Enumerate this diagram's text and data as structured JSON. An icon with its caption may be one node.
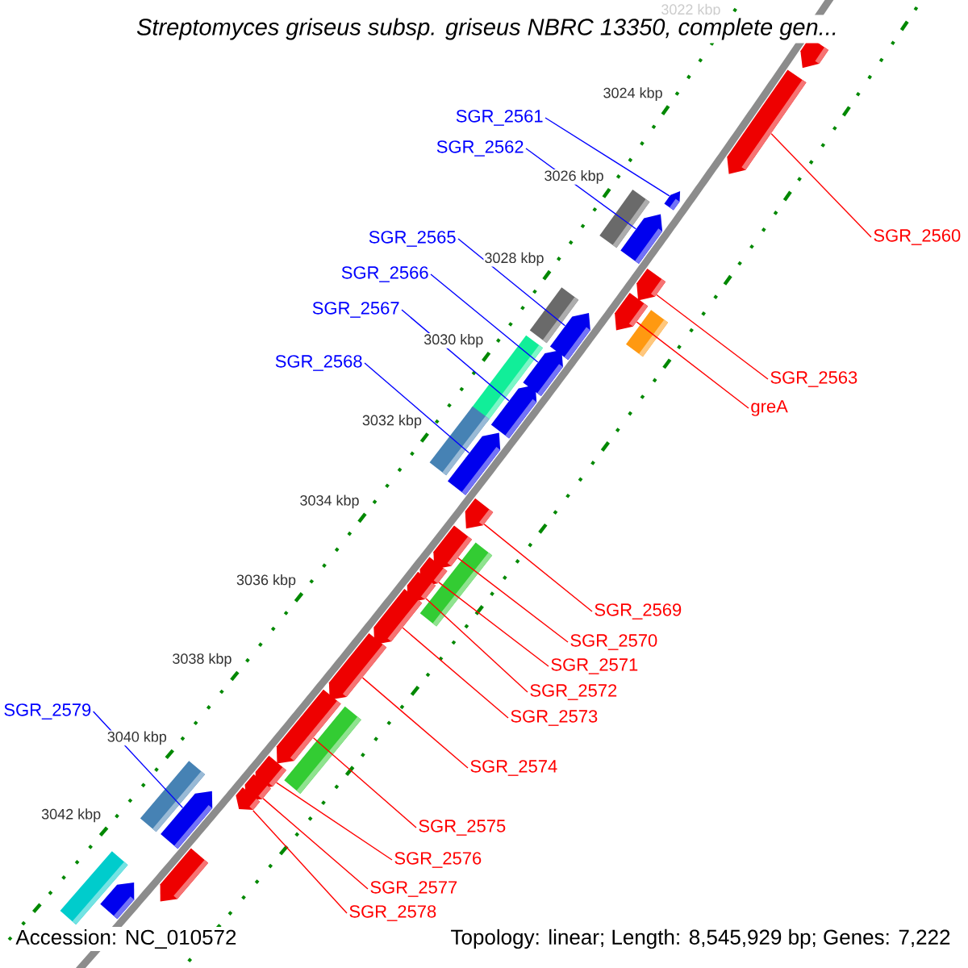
{
  "diagram": {
    "title": "Streptomyces griseus subsp. griseus NBRC 13350, complete gen...",
    "nodes": [
      {
        "text": [
          "SGR_2561"
        ]
      },
      {
        "text": [
          "SGR_2562"
        ]
      },
      {
        "text": [
          "SGR_2560"
        ]
      },
      {
        "text": [
          "SGR_2565"
        ]
      },
      {
        "text": [
          "SGR_2566"
        ]
      },
      {
        "text": [
          "SGR_2567"
        ]
      },
      {
        "text": [
          "SGR_2568"
        ]
      },
      {
        "text": [
          "SGR_2563"
        ]
      },
      {
        "text": [
          "greA"
        ]
      },
      {
        "text": [
          "SGR_2569"
        ]
      },
      {
        "text": [
          "SGR_2570"
        ]
      },
      {
        "text": [
          "SGR_2571"
        ]
      },
      {
        "text": [
          "SGR_2572"
        ]
      },
      {
        "text": [
          "SGR_2573"
        ]
      },
      {
        "text": [
          "SGR_2579"
        ]
      },
      {
        "text": [
          "SGR_2574"
        ]
      },
      {
        "text": [
          "SGR_2575"
        ]
      },
      {
        "text": [
          "SGR_2576"
        ]
      },
      {
        "text": [
          "SGR_2577"
        ]
      },
      {
        "text": [
          "SGR_2578"
        ]
      },
      {
        "text": [],
        "shape": "pentagon"
      },
      {
        "text": [],
        "shape": "pentagon"
      },
      {
        "text": [],
        "shape": "box"
      },
      {
        "text": [],
        "shape": "pentagon"
      },
      {
        "text": [],
        "shape": "pentagon"
      },
      {
        "text": [],
        "shape": "pentagon"
      },
      {
        "text": [],
        "shape": "box"
      },
      {
        "text": [],
        "shape": "pentagon"
      },
      {
        "text": [],
        "shape": "pentagon"
      },
      {
        "text": [],
        "shape": "box"
      },
      {
        "text": [],
        "shape": "box"
      },
      {
        "text": [],
        "shape": "pentagon"
      },
      {
        "text": [],
        "shape": "pentagon"
      },
      {
        "text": [],
        "shape": "box"
      },
      {
        "text": [],
        "shape": "pentagon"
      },
      {
        "text": [],
        "shape": "pentagon"
      },
      {
        "text": [],
        "shape": "box"
      },
      {
        "text": [],
        "shape": "pentagon"
      },
      {
        "text": [],
        "shape": "pentagon"
      },
      {
        "text": [],
        "shape": "pentagon"
      },
      {
        "text": [],
        "shape": "pentagon"
      },
      {
        "text": [],
        "shape": "pentagon"
      },
      {
        "text": [],
        "shape": "box"
      },
      {
        "text": [],
        "shape": "pentagon"
      },
      {
        "text": [],
        "shape": "box"
      },
      {
        "text": [],
        "shape": "pentagon"
      },
      {
        "text": [],
        "shape": "pentagon"
      },
      {
        "text": [],
        "shape": "pentagon"
      },
      {
        "text": [],
        "shape": "pentagon"
      },
      {
        "text": [],
        "shape": "box"
      },
      {
        "text": [],
        "shape": "pentagon"
      },
      {
        "text": [],
        "shape": "pentagon"
      }
    ],
    "edges": [
      {
        "from": 0,
        "to": 23,
        "arrow": "none",
        "color": "#0000ff"
      },
      {
        "from": 1,
        "to": 24,
        "arrow": "none",
        "color": "#0000ff"
      },
      {
        "from": 2,
        "to": 21,
        "arrow": "none"
      },
      {
        "from": 3,
        "to": 27,
        "arrow": "none",
        "color": "#0000ff"
      },
      {
        "from": 4,
        "to": 31,
        "arrow": "none",
        "color": "#0000ff"
      },
      {
        "from": 5,
        "to": 32,
        "arrow": "none",
        "color": "#0000ff"
      },
      {
        "from": 6,
        "to": 34,
        "arrow": "none",
        "color": "#0000ff"
      },
      {
        "from": 7,
        "to": 25,
        "arrow": "none"
      },
      {
        "from": 8,
        "to": 28,
        "arrow": "none"
      },
      {
        "from": 9,
        "to": 35,
        "arrow": "none"
      },
      {
        "from": 10,
        "to": 37,
        "arrow": "none"
      },
      {
        "from": 11,
        "to": 38,
        "arrow": "none"
      },
      {
        "from": 12,
        "to": 39,
        "arrow": "none"
      },
      {
        "from": 13,
        "to": 40,
        "arrow": "none"
      },
      {
        "from": 14,
        "to": 48,
        "arrow": "none",
        "color": "#0000ff"
      },
      {
        "from": 15,
        "to": 41,
        "arrow": "none"
      },
      {
        "from": 16,
        "to": 43,
        "arrow": "none"
      },
      {
        "from": 17,
        "to": 45,
        "arrow": "none"
      },
      {
        "from": 18,
        "to": 46,
        "arrow": "none"
      },
      {
        "from": 19,
        "to": 47,
        "arrow": "none"
      }
    ],
    "labels": [
      "3022 kbp",
      "3024 kbp",
      "3026 kbp",
      "3028 kbp",
      "3030 kbp",
      "3032 kbp",
      "3034 kbp",
      "3036 kbp",
      "3038 kbp",
      "3040 kbp",
      "3042 kbp",
      "Accession: NC_010572",
      "Topology: linear; Length: 8,545,929 bp; Genes: 7,222"
    ]
  }
}
